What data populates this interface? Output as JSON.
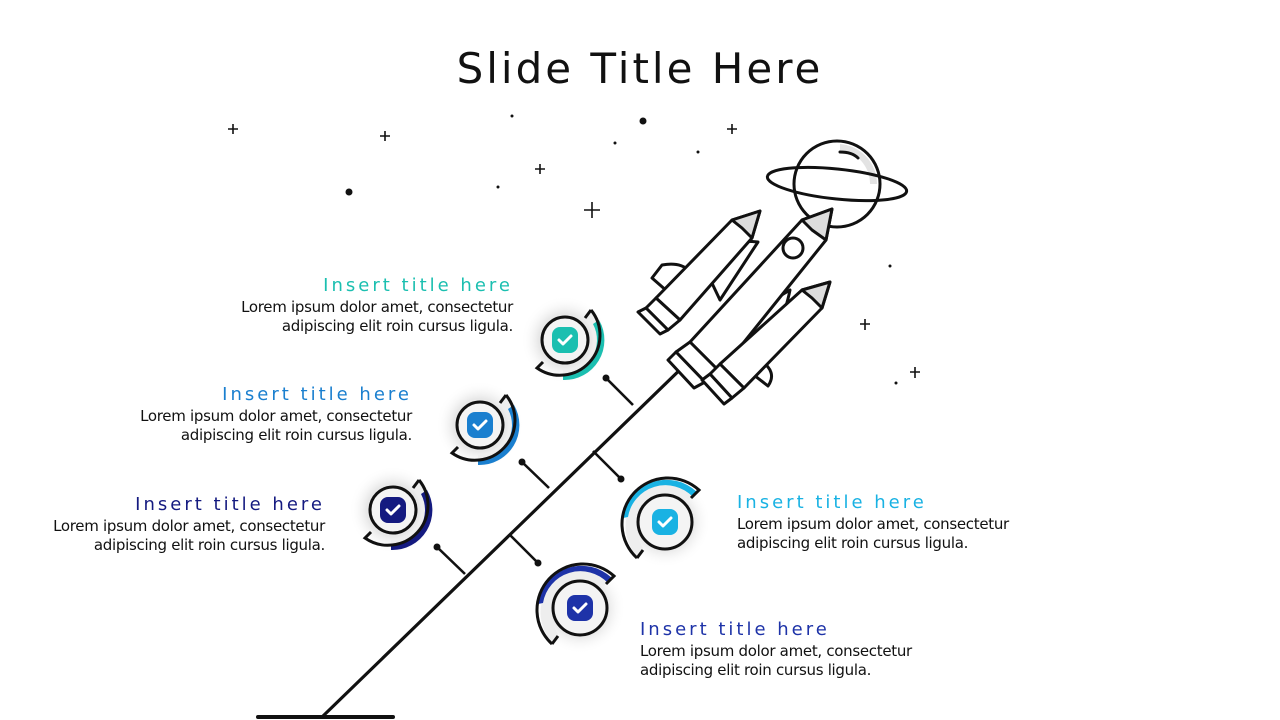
{
  "slide": {
    "title": "Slide Title Here"
  },
  "items": [
    {
      "title": "Insert title here",
      "body_line1": "Lorem ipsum dolor amet, consectetur",
      "body_line2": "adipiscing elit roin cursus ligula.",
      "color": "#1BBFB0",
      "icon": "check-badge-icon"
    },
    {
      "title": "Insert title here",
      "body_line1": "Lorem ipsum dolor amet, consectetur",
      "body_line2": "adipiscing elit roin cursus ligula.",
      "color": "#1A7FCF",
      "icon": "check-badge-icon"
    },
    {
      "title": "Insert title here",
      "body_line1": "Lorem ipsum dolor amet, consectetur",
      "body_line2": "adipiscing elit roin cursus ligula.",
      "color": "#141A80",
      "icon": "check-badge-icon"
    },
    {
      "title": "Insert title here",
      "body_line1": "Lorem ipsum dolor amet, consectetur",
      "body_line2": "adipiscing elit roin cursus ligula.",
      "color": "#19B2E3",
      "icon": "check-badge-icon"
    },
    {
      "title": "Insert title here",
      "body_line1": "Lorem ipsum dolor amet, consectetur",
      "body_line2": "adipiscing elit roin cursus ligula.",
      "color": "#1E33A8",
      "icon": "check-badge-icon"
    }
  ],
  "illustration": {
    "rocket": "rocket-icon",
    "planet": "planet-icon",
    "stars": "star-icons"
  }
}
